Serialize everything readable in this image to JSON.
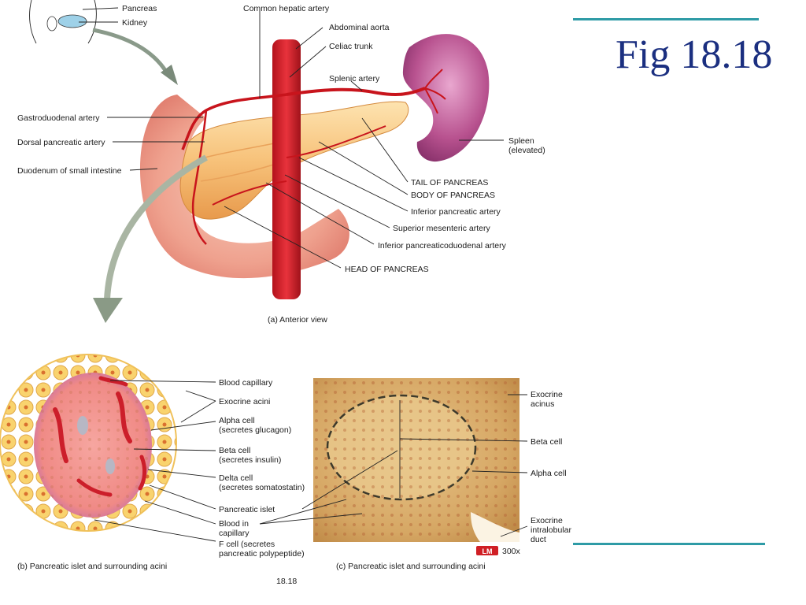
{
  "slide": {
    "title": "Fig 18.18",
    "accent_color": "#2e9ba6",
    "title_color": "#1b2f80"
  },
  "panel_a": {
    "caption": "(a) Anterior view",
    "inset_labels": {
      "pancreas": "Pancreas",
      "kidney": "Kidney"
    },
    "labels": {
      "common_hepatic": "Common hepatic artery",
      "abdominal_aorta": "Abdominal aorta",
      "celiac_trunk": "Celiac trunk",
      "splenic_artery": "Splenic artery",
      "gastroduodenal": "Gastroduodenal artery",
      "dorsal_pancreatic": "Dorsal pancreatic artery",
      "duodenum": "Duodenum of small intestine",
      "spleen_1": "Spleen",
      "spleen_2": "(elevated)",
      "tail": "TAIL OF PANCREAS",
      "body": "BODY OF PANCREAS",
      "inferior_pancreatic": "Inferior pancreatic artery",
      "superior_mesenteric": "Superior mesenteric artery",
      "inferior_pd": "Inferior pancreaticoduodenal artery",
      "head": "HEAD OF PANCREAS"
    }
  },
  "panel_b": {
    "caption": "(b) Pancreatic islet and surrounding acini",
    "labels": {
      "blood_capillary": "Blood capillary",
      "exocrine_acini": "Exocrine acini",
      "alpha_1": "Alpha cell",
      "alpha_2": "(secretes glucagon)",
      "beta_1": "Beta cell",
      "beta_2": "(secretes insulin)",
      "delta_1": "Delta cell",
      "delta_2": "(secretes somatostatin)",
      "islet": "Pancreatic islet",
      "blood_in_1": "Blood in",
      "blood_in_2": "capillary",
      "f_cell_1": "F cell (secretes",
      "f_cell_2": "pancreatic polypeptide)"
    }
  },
  "panel_c": {
    "caption": "(c) Pancreatic islet and surrounding acini",
    "magnification_badge": "LM",
    "magnification": "300x",
    "labels": {
      "exocrine_acinus_1": "Exocrine",
      "exocrine_acinus_2": "acinus",
      "beta_cell": "Beta cell",
      "alpha_cell": "Alpha cell",
      "intralobular_1": "Exocrine",
      "intralobular_2": "intralobular",
      "intralobular_3": "duct"
    }
  },
  "figure_number": "18.18"
}
